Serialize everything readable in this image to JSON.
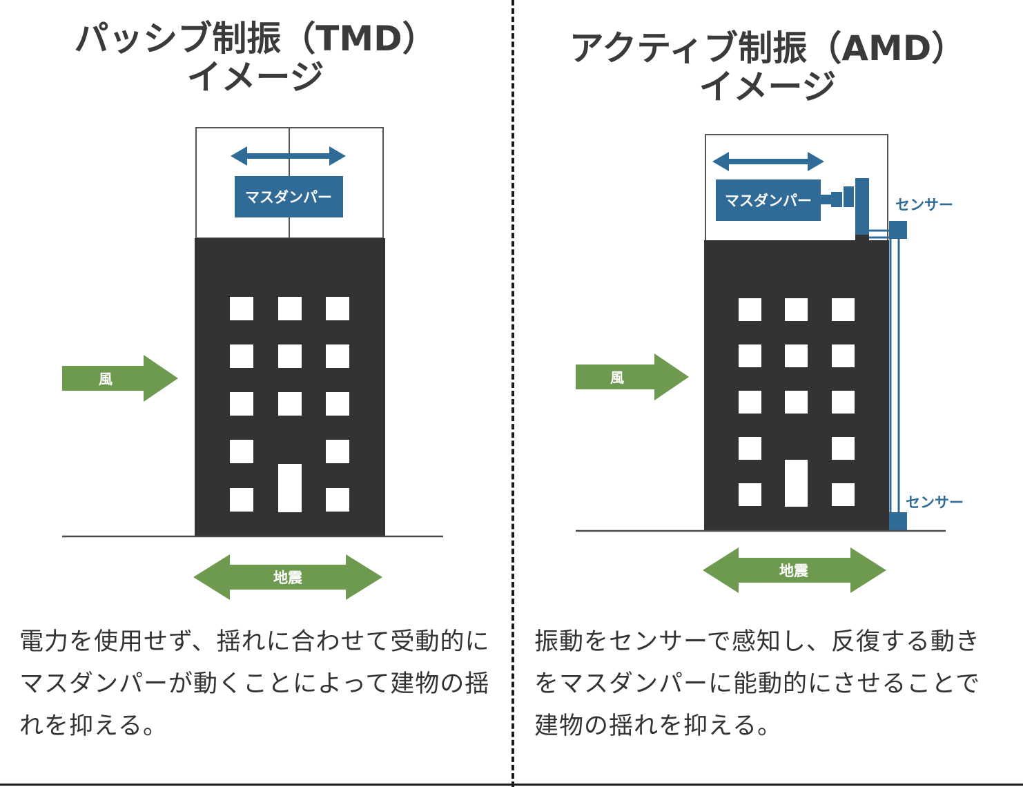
{
  "colors": {
    "building": "#333333",
    "damper": "#2f6b96",
    "arrow_blue": "#2f6b96",
    "arrow_green": "#6d9a4f",
    "window": "#ffffff",
    "ground": "#4a4a4a"
  },
  "left": {
    "title_line1": "パッシブ制振（TMD）",
    "title_line2": "イメージ",
    "damper_label": "マスダンパー",
    "wind_label": "風",
    "quake_label": "地震",
    "description_line1": "電力を使用せず、揺れに合わせて受動的に",
    "description_line2": "マスダンパーが動くことによって建物の揺",
    "description_line3": "れを抑える。"
  },
  "right": {
    "title_line1": "アクティブ制振（AMD）",
    "title_line2": "イメージ",
    "damper_label": "マスダンパー",
    "sensor_top_label": "センサー",
    "sensor_bottom_label": "センサー",
    "wind_label": "風",
    "quake_label": "地震",
    "description_line1": "振動をセンサーで感知し、反復する動き",
    "description_line2": "をマスダンパーに能動的にさせることで",
    "description_line3": "建物の揺れを抑える。"
  }
}
